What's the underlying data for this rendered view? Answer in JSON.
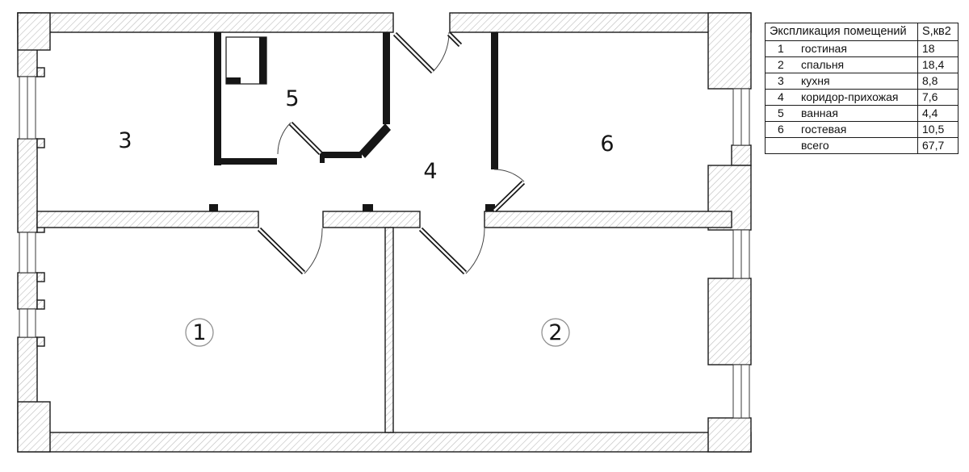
{
  "plan": {
    "rooms": [
      {
        "number": "1"
      },
      {
        "number": "2"
      },
      {
        "number": "3"
      },
      {
        "number": "4"
      },
      {
        "number": "5"
      },
      {
        "number": "6"
      }
    ]
  },
  "table": {
    "header": {
      "title": "Экспликация помещений",
      "area_label": "S,кв2"
    },
    "rows": [
      {
        "num": "1",
        "name": "гостиная",
        "area": "18"
      },
      {
        "num": "2",
        "name": "спальня",
        "area": "18,4"
      },
      {
        "num": "3",
        "name": "кухня",
        "area": "8,8"
      },
      {
        "num": "4",
        "name": "коридор-прихожая",
        "area": "7,6"
      },
      {
        "num": "5",
        "name": "ванная",
        "area": "4,4"
      },
      {
        "num": "6",
        "name": "гостевая",
        "area": "10,5"
      }
    ],
    "total": {
      "name": "всего",
      "area": "67,7"
    }
  },
  "colors": {
    "wall_outline": "#1a1a1a",
    "wall_hatch": "#bdbdbd",
    "partition": "#161616",
    "door_arc": "#444444"
  }
}
